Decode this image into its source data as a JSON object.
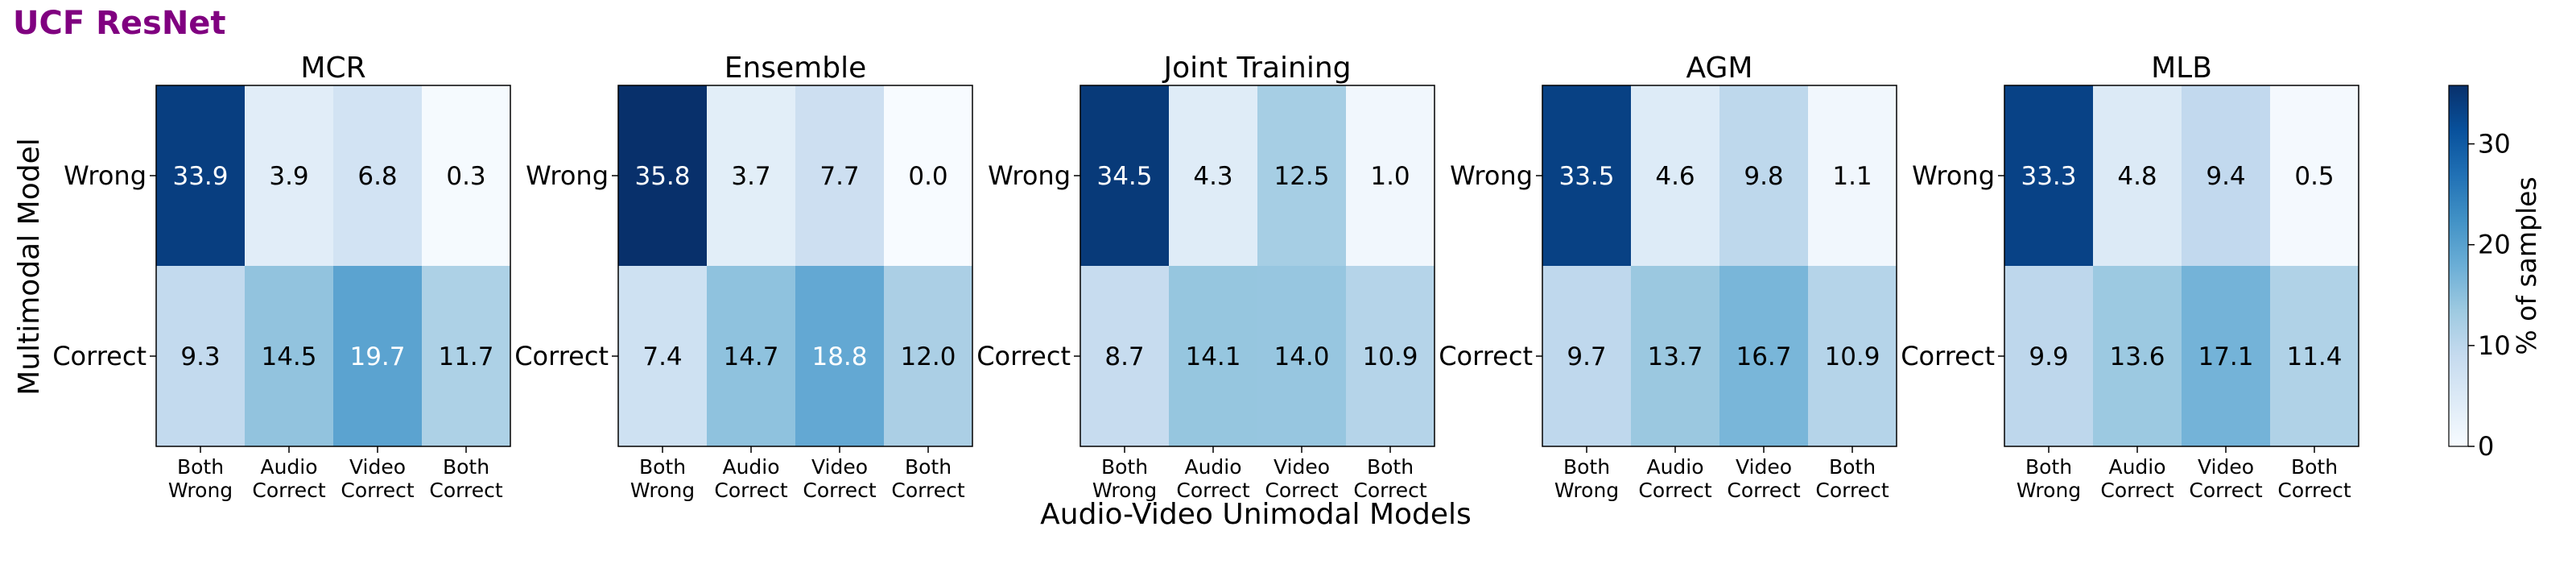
{
  "figure": {
    "suptitle": "UCF ResNet",
    "suptitle_color": "#800080",
    "ylabel": "Multimodal Model",
    "xlabel": "Audio-Video Unimodal Models",
    "colorbar_label": "% of samples",
    "colorbar_ticks": [
      0,
      10,
      20,
      30
    ],
    "colormap": "Blues",
    "colormap_range": [
      0,
      35.8
    ]
  },
  "chart_data": [
    {
      "type": "heatmap",
      "title": "MCR",
      "row_labels": [
        "Wrong",
        "Correct"
      ],
      "col_labels": [
        [
          "Both",
          "Wrong"
        ],
        [
          "Audio",
          "Correct"
        ],
        [
          "Video",
          "Correct"
        ],
        [
          "Both",
          "Correct"
        ]
      ],
      "values": [
        [
          33.9,
          3.9,
          6.8,
          0.3
        ],
        [
          9.3,
          14.5,
          19.7,
          11.7
        ]
      ],
      "cell_labels": [
        [
          "33.9",
          "3.9",
          "6.8",
          "0.3"
        ],
        [
          "9.3",
          "14.5",
          "19.7",
          "11.7"
        ]
      ]
    },
    {
      "type": "heatmap",
      "title": "Ensemble",
      "row_labels": [
        "Wrong",
        "Correct"
      ],
      "col_labels": [
        [
          "Both",
          "Wrong"
        ],
        [
          "Audio",
          "Correct"
        ],
        [
          "Video",
          "Correct"
        ],
        [
          "Both",
          "Correct"
        ]
      ],
      "values": [
        [
          35.8,
          3.7,
          7.7,
          0.0
        ],
        [
          7.4,
          14.7,
          18.8,
          12.0
        ]
      ],
      "cell_labels": [
        [
          "35.8",
          "3.7",
          "7.7",
          "0.0"
        ],
        [
          "7.4",
          "14.7",
          "18.8",
          "12.0"
        ]
      ]
    },
    {
      "type": "heatmap",
      "title": "Joint Training",
      "row_labels": [
        "Wrong",
        "Correct"
      ],
      "col_labels": [
        [
          "Both",
          "Wrong"
        ],
        [
          "Audio",
          "Correct"
        ],
        [
          "Video",
          "Correct"
        ],
        [
          "Both",
          "Correct"
        ]
      ],
      "values": [
        [
          34.5,
          4.3,
          12.5,
          1.0
        ],
        [
          8.7,
          14.1,
          14.0,
          10.9
        ]
      ],
      "cell_labels": [
        [
          "34.5",
          "4.3",
          "12.5",
          "1.0"
        ],
        [
          "8.7",
          "14.1",
          "14.0",
          "10.9"
        ]
      ]
    },
    {
      "type": "heatmap",
      "title": "AGM",
      "row_labels": [
        "Wrong",
        "Correct"
      ],
      "col_labels": [
        [
          "Both",
          "Wrong"
        ],
        [
          "Audio",
          "Correct"
        ],
        [
          "Video",
          "Correct"
        ],
        [
          "Both",
          "Correct"
        ]
      ],
      "values": [
        [
          33.5,
          4.6,
          9.8,
          1.1
        ],
        [
          9.7,
          13.7,
          16.7,
          10.9
        ]
      ],
      "cell_labels": [
        [
          "33.5",
          "4.6",
          "9.8",
          "1.1"
        ],
        [
          "9.7",
          "13.7",
          "16.7",
          "10.9"
        ]
      ]
    },
    {
      "type": "heatmap",
      "title": "MLB",
      "row_labels": [
        "Wrong",
        "Correct"
      ],
      "col_labels": [
        [
          "Both",
          "Wrong"
        ],
        [
          "Audio",
          "Correct"
        ],
        [
          "Video",
          "Correct"
        ],
        [
          "Both",
          "Correct"
        ]
      ],
      "values": [
        [
          33.3,
          4.8,
          9.4,
          0.5
        ],
        [
          9.9,
          13.6,
          17.1,
          11.4
        ]
      ],
      "cell_labels": [
        [
          "33.3",
          "4.8",
          "9.4",
          "0.5"
        ],
        [
          "9.9",
          "13.6",
          "17.1",
          "11.4"
        ]
      ]
    }
  ]
}
